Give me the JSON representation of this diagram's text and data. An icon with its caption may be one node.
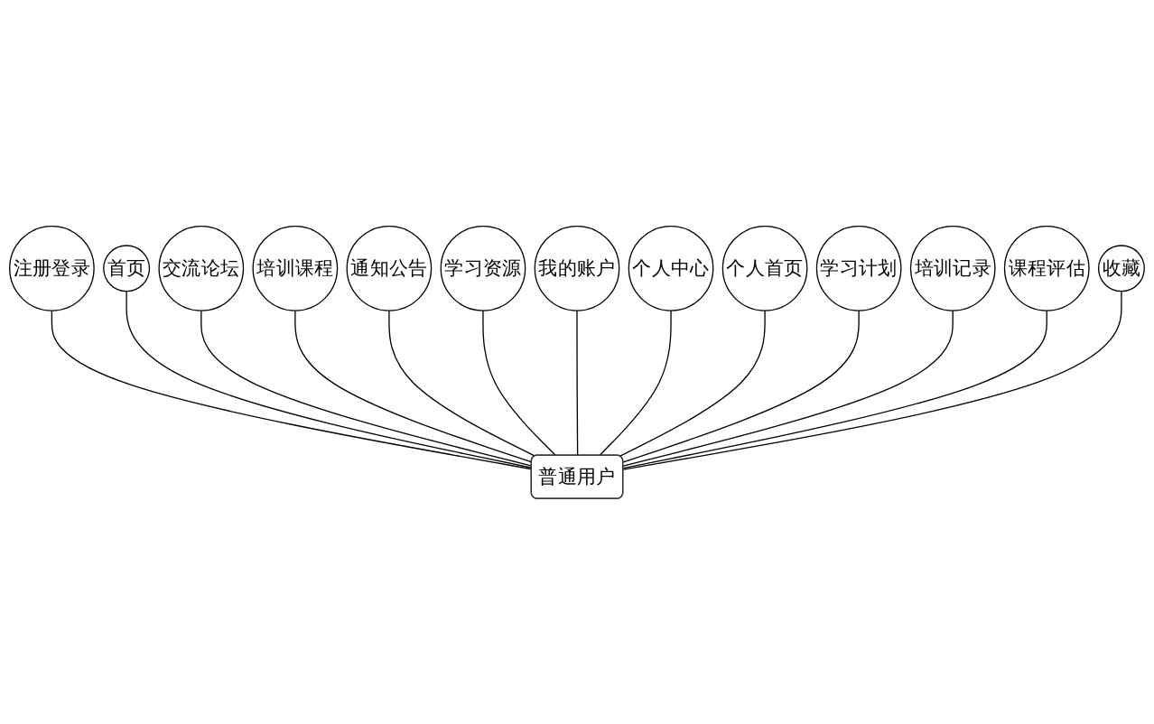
{
  "diagram": {
    "nodes": [
      {
        "text": [
          "注册登录"
        ]
      },
      {
        "text": [
          "首页"
        ]
      },
      {
        "text": [
          "交流论坛"
        ]
      },
      {
        "text": [
          "培训课程"
        ]
      },
      {
        "text": [
          "通知公告"
        ]
      },
      {
        "text": [
          "学习资源"
        ]
      },
      {
        "text": [
          "我的账户"
        ]
      },
      {
        "text": [
          "个人中心"
        ]
      },
      {
        "text": [
          "个人首页"
        ]
      },
      {
        "text": [
          "学习计划"
        ]
      },
      {
        "text": [
          "培训记录"
        ]
      },
      {
        "text": [
          "课程评估"
        ]
      },
      {
        "text": [
          "收藏"
        ]
      },
      {
        "text": [
          "普通用户"
        ]
      }
    ],
    "edges": [
      {
        "from": 13,
        "to": 0,
        "arrow": "none"
      },
      {
        "from": 13,
        "to": 1,
        "arrow": "none"
      },
      {
        "from": 13,
        "to": 2,
        "arrow": "none"
      },
      {
        "from": 13,
        "to": 3,
        "arrow": "none"
      },
      {
        "from": 13,
        "to": 4,
        "arrow": "none"
      },
      {
        "from": 13,
        "to": 5,
        "arrow": "none"
      },
      {
        "from": 13,
        "to": 6,
        "arrow": "none"
      },
      {
        "from": 13,
        "to": 7,
        "arrow": "none"
      },
      {
        "from": 13,
        "to": 8,
        "arrow": "none"
      },
      {
        "from": 13,
        "to": 9,
        "arrow": "none"
      },
      {
        "from": 13,
        "to": 10,
        "arrow": "none"
      },
      {
        "from": 13,
        "to": 11,
        "arrow": "none"
      },
      {
        "from": 13,
        "to": 12,
        "arrow": "none"
      }
    ]
  }
}
